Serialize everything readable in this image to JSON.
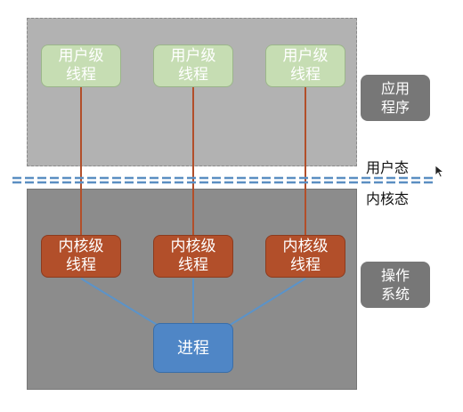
{
  "user_threads": [
    "用户级\n线程",
    "用户级\n线程",
    "用户级\n线程"
  ],
  "kernel_threads": [
    "内核级\n线程",
    "内核级\n线程",
    "内核级\n线程"
  ],
  "process": "进程",
  "application_label": "应用\n程序",
  "os_label": "操作\n系统",
  "user_mode": "用户态",
  "kernel_mode": "内核态",
  "colors": {
    "user_region": "#b2b2b2",
    "kernel_region": "#8c8c8c",
    "user_thread": "#c6ddb3",
    "kernel_thread": "#b24f2a",
    "process": "#4f86c6",
    "thread_link": "#b24f2a",
    "process_link": "#5b93c9",
    "mode_boundary": "#5b8fc2"
  }
}
